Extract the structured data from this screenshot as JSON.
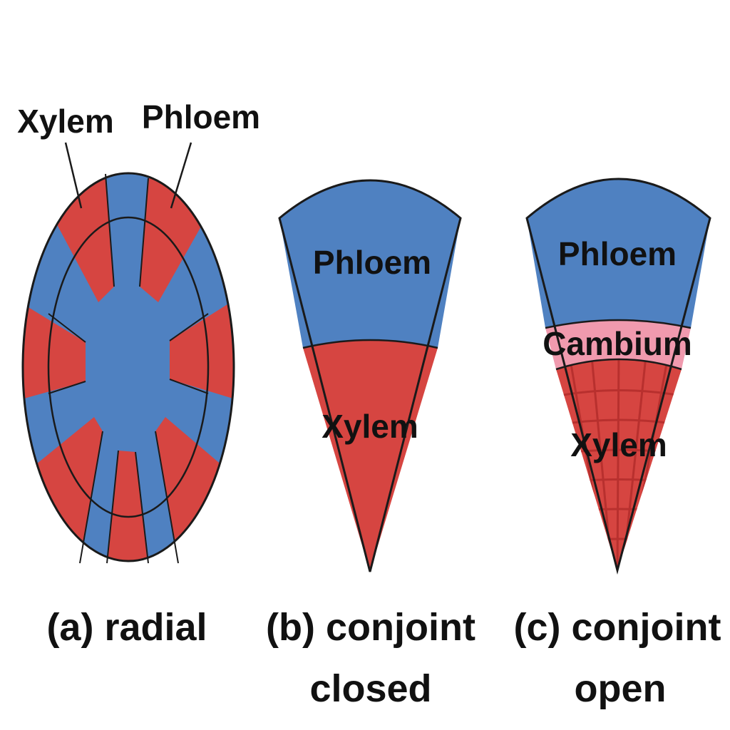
{
  "colors": {
    "xylem": "#d64541",
    "phloem": "#4f81c1",
    "cambium": "#f09aae",
    "outline": "#1a1a1a",
    "xylem_grid": "#b8302e"
  },
  "radial": {
    "xylem_label": "Xylem",
    "phloem_label": "Phloem",
    "caption": "(a) radial"
  },
  "conjoint_closed": {
    "phloem_label": "Phloem",
    "xylem_label": "Xylem",
    "caption_line1": "(b) conjoint",
    "caption_line2": "closed"
  },
  "conjoint_open": {
    "phloem_label": "Phloem",
    "cambium_label": "Cambium",
    "xylem_label": "Xylem",
    "caption_line1": "(c) conjoint",
    "caption_line2": "open"
  }
}
